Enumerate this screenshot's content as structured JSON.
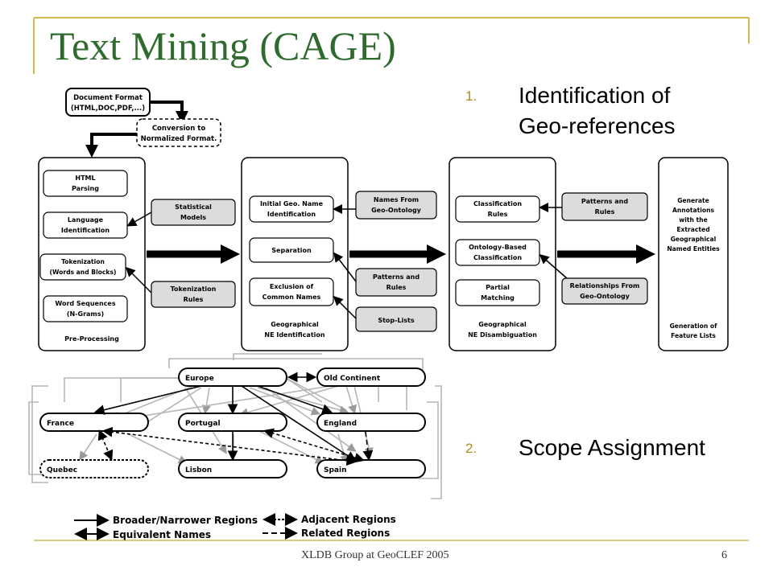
{
  "slide": {
    "title": "Text Mining (CAGE)",
    "bullets": [
      {
        "number": "1.",
        "lines": [
          "Identification of",
          "Geo-references"
        ]
      },
      {
        "number": "2.",
        "lines": [
          "Scope Assignment"
        ]
      }
    ],
    "footer_left": "XLDB Group at GeoCLEF 2005",
    "footer_page": "6",
    "accent_color": "#d4b84a",
    "title_color": "#2f6b2f"
  },
  "pipeline": {
    "input_format": [
      "Document Format",
      "(HTML,DOC,PDF,...)"
    ],
    "conversion": [
      "Conversion to",
      "Normalized Format."
    ],
    "stage1": {
      "label": "Pre-Processing",
      "steps": [
        [
          "HTML",
          "Parsing"
        ],
        [
          "Language",
          "Identification"
        ],
        [
          "Tokenization",
          "(Words and Blocks)"
        ],
        [
          "Word Sequences",
          "(N-Grams)"
        ]
      ],
      "resources": [
        [
          "Statistical",
          "Models"
        ],
        [
          "Tokenization",
          "Rules"
        ]
      ]
    },
    "stage2": {
      "label": [
        "Geographical",
        "NE Identification"
      ],
      "steps": [
        [
          "Initial Geo. Name",
          "Identification"
        ],
        [
          "Separation"
        ],
        [
          "Exclusion of",
          "Common Names"
        ]
      ],
      "resources": [
        [
          "Names From",
          "Geo-Ontology"
        ],
        [
          "Patterns and",
          "Rules"
        ],
        [
          "Stop-Lists"
        ]
      ]
    },
    "stage3": {
      "label": [
        "Geographical",
        "NE Disambiguation"
      ],
      "steps": [
        [
          "Classification",
          "Rules"
        ],
        [
          "Ontology-Based",
          "Classification"
        ],
        [
          "Partial",
          "Matching"
        ]
      ],
      "resources": [
        [
          "Patterns and",
          "Rules"
        ],
        [
          "Relationships From",
          "Geo-Ontology"
        ]
      ]
    },
    "stage4": {
      "top": [
        "Generate",
        "Annotations",
        "with the",
        "Extracted",
        "Geographical",
        "Named Entities"
      ],
      "bottom": [
        "Generation of",
        "Feature Lists"
      ]
    }
  },
  "ontology": {
    "nodes": [
      "Europe",
      "Old Continent",
      "France",
      "Portugal",
      "England",
      "Quebec",
      "Lisbon",
      "Spain"
    ],
    "legend": [
      "Broader/Narrower Regions",
      "Equivalent Names",
      "Adjacent Regions",
      "Related Regions"
    ]
  }
}
